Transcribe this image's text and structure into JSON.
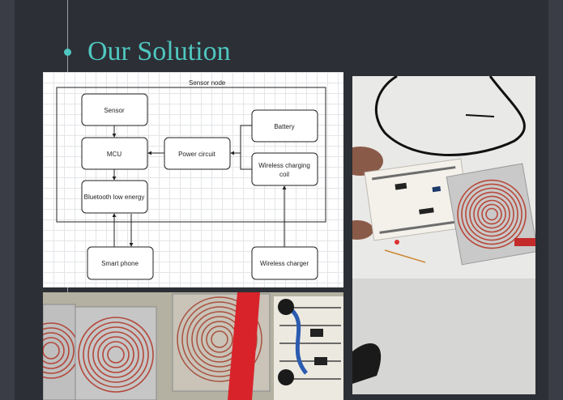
{
  "slide": {
    "title": "Our Solution"
  },
  "diagram": {
    "group_label": "Sensor node",
    "blocks": {
      "sensor": "Sensor",
      "mcu": "MCU",
      "ble": "Bluetooth low energy",
      "power": "Power circuit",
      "battery": "Battery",
      "wireless_coil_line1": "Wireless charging",
      "wireless_coil_line2": "coil",
      "smartphone": "Smart phone",
      "charger": "Wireless charger"
    }
  },
  "colors": {
    "accent": "#4fc7c0",
    "background": "#2c2f36",
    "coil_copper": "#b8483a"
  }
}
